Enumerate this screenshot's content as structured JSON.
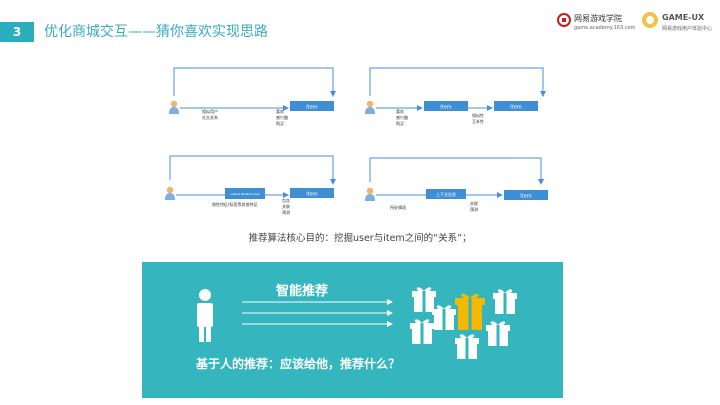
{
  "header": {
    "slide_number": "3",
    "title": "优化商城交互——猜你喜欢实现思路",
    "logo_netease": {
      "name": "网易游戏学院",
      "url": "game.academy.163.com",
      "icon": "netease-logo-icon"
    },
    "logo_gameux": {
      "name": "GAME-UX",
      "subtitle": "网易游戏用户体验中心",
      "icon": "gameux-logo-icon"
    }
  },
  "diagrams": {
    "d1": {
      "labels_left": [
        "相似用户",
        "社交关系"
      ],
      "labels_right": [
        "喜欢",
        "感兴趣",
        "购买"
      ],
      "item": "Item"
    },
    "d2": {
      "labels_left": [
        "喜欢",
        "感兴趣",
        "购买"
      ],
      "item_left": "Item",
      "labels_right": [
        "相似性",
        "互补性"
      ],
      "item_right": "Item"
    },
    "d3": {
      "labels_left": [
        "隐性特征/标签等其他特征"
      ],
      "box_label": "Latent Relationship",
      "labels_right": [
        "包含",
        "关联",
        "预测"
      ],
      "item": "Item"
    },
    "d4": {
      "labels_left": [
        "所处情境"
      ],
      "box_label": "上下文信息",
      "labels_right": [
        "关联",
        "预测"
      ],
      "item": "Item"
    }
  },
  "caption": "推荐算法核心目的：挖掘user与item之间的“关系”；",
  "panel": {
    "title": "智能推荐",
    "subtitle": "基于人的推荐：应该给他，推荐什么？",
    "person_icon": "person-icon",
    "gift_icon": "gift-icon"
  },
  "colors": {
    "accent": "#2aaebd",
    "panel": "#35b5be",
    "item_box": "#3e8fd6",
    "gift_highlight": "#f5b800"
  }
}
